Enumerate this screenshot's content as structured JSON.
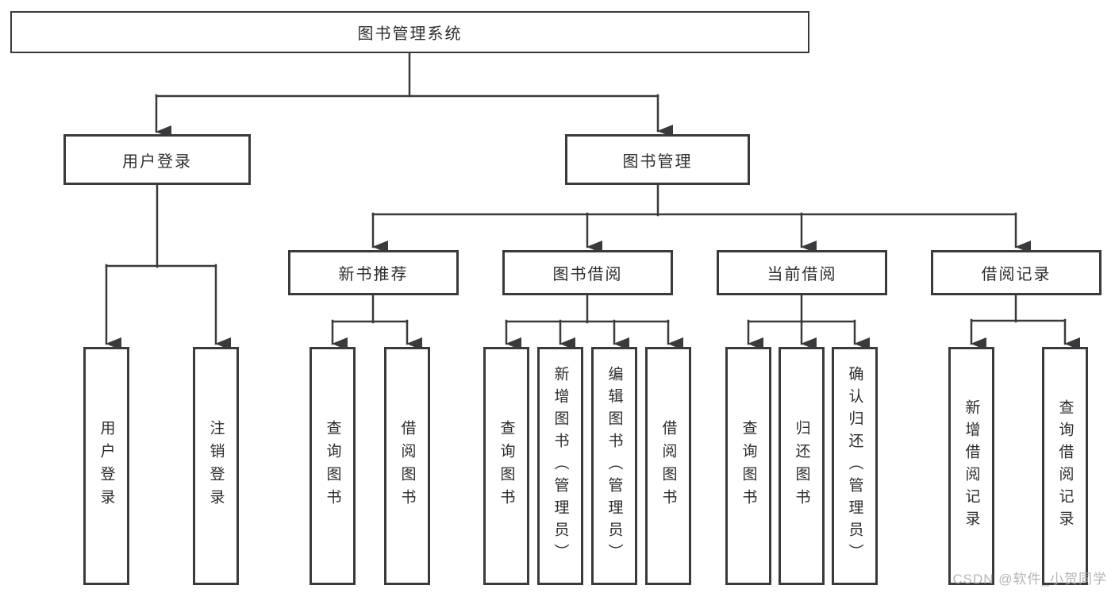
{
  "diagram": {
    "root": {
      "label": "图书管理系统"
    },
    "level2": [
      {
        "label": "用户登录"
      },
      {
        "label": "图书管理"
      }
    ],
    "level3": [
      {
        "label": "新书推荐"
      },
      {
        "label": "图书借阅"
      },
      {
        "label": "当前借阅"
      },
      {
        "label": "借阅记录"
      }
    ],
    "leaves": [
      {
        "label": "用户登录"
      },
      {
        "label": "注销登录"
      },
      {
        "label": "查询图书"
      },
      {
        "label": "借阅图书"
      },
      {
        "label": "查询图书"
      },
      {
        "label": "新增图书（管理员）"
      },
      {
        "label": "编辑图书（管理员）"
      },
      {
        "label": "借阅图书"
      },
      {
        "label": "查询图书"
      },
      {
        "label": "归还图书"
      },
      {
        "label": "确认归还（管理员）"
      },
      {
        "label": "新增借阅记录"
      },
      {
        "label": "查询借阅记录"
      }
    ]
  },
  "watermark": "CSDN @软件_小贺同学",
  "colors": {
    "line": "#3a3a3c",
    "box_border": "#3a3a3c",
    "text": "#2d2d2d",
    "watermark": "#adadad",
    "background": "#ffffff"
  }
}
